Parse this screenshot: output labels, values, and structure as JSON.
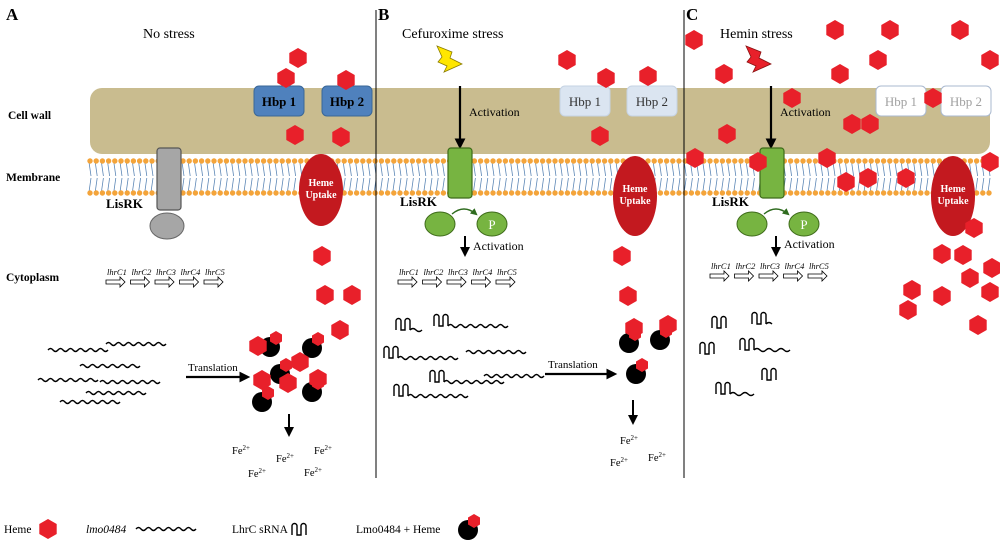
{
  "panels": [
    {
      "letter": "A",
      "title": "No stress"
    },
    {
      "letter": "B",
      "title": "Cefuroxime stress"
    },
    {
      "letter": "C",
      "title": "Hemin stress"
    }
  ],
  "compartments": {
    "cell_wall": "Cell wall",
    "membrane": "Membrane",
    "cytoplasm": "Cytoplasm"
  },
  "labels": {
    "lisrk": "LisRK",
    "hbp1": "Hbp 1",
    "hbp2": "Hbp 2",
    "heme_uptake_line1": "Heme",
    "heme_uptake_line2": "Uptake",
    "activation": "Activation",
    "phospho": "P",
    "translation": "Translation",
    "fe_base": "Fe",
    "fe_charge": "2+"
  },
  "genes": [
    "lhrC1",
    "lhrC2",
    "lhrC3",
    "lhrC4",
    "lhrC5"
  ],
  "legend": {
    "heme": "Heme",
    "lmo0484": "lmo0484",
    "lhrc_srna": "LhrC sRNA",
    "complex": "Lmo0484 + Heme"
  },
  "colors": {
    "cell_wall": "#c9bc8f",
    "lipid_head": "#f4a43a",
    "lipid_tail": "#5b86b5",
    "heme": "#e8202a",
    "heme_uptake": "#c3191f",
    "hbp_active": "#4f81bd",
    "hbp_faded": "#dbe5f1",
    "lisrk_inactive": "#a6a6a6",
    "lisrk_active": "#77b441",
    "bolt_yellow": "#ffe600",
    "bolt_red": "#e8202a"
  }
}
